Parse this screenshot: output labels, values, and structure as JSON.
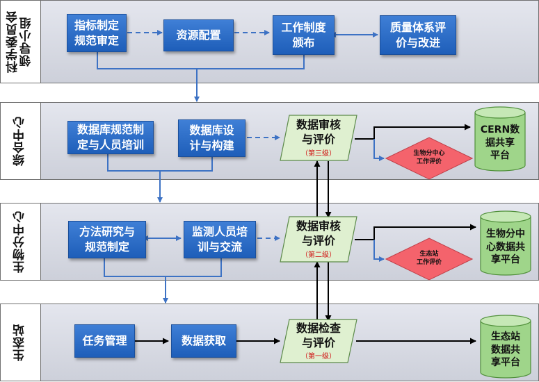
{
  "lanes": [
    {
      "label": "科学委员会\n领导小组"
    },
    {
      "label": "综合中心"
    },
    {
      "label": "生物分中心"
    },
    {
      "label": "生态站"
    }
  ],
  "boxes": {
    "indicator": "指标制定\n规范审定",
    "resource": "资源配置",
    "work_rule": "工作制度\n颁布",
    "quality": "质量体系评\n价与改进",
    "db_norm": "数据库规范制\n定与人员培训",
    "db_design": "数据库设\n计与构建",
    "method": "方法研究与\n规范制定",
    "monitor_train": "监测人员培\n训与交流",
    "task": "任务管理",
    "acquire": "数据获取"
  },
  "reviews": {
    "level3": {
      "main": "数据审核\n与评价",
      "sub": "（第三级）"
    },
    "level2": {
      "main": "数据审核\n与评价",
      "sub": "（第二级）"
    },
    "level1": {
      "main": "数据检查\n与评价",
      "sub": "（第一级）"
    }
  },
  "diamonds": {
    "bio_center_eval": "生物分中心\n工作评价",
    "station_eval": "生态站\n工作评价"
  },
  "platforms": {
    "cern": "CERN数\n据共享\n平台",
    "bio": "生物分中\n心数据共\n享平台",
    "station": "生态站\n数据共\n享平台"
  },
  "colors": {
    "box": "#2a6bc9",
    "parallelogram": "#dff0d0",
    "diamond": "#f4636c",
    "cylinder": "#9fd58a",
    "arrow_blue": "#3d72c4",
    "arrow_black": "#000000"
  }
}
